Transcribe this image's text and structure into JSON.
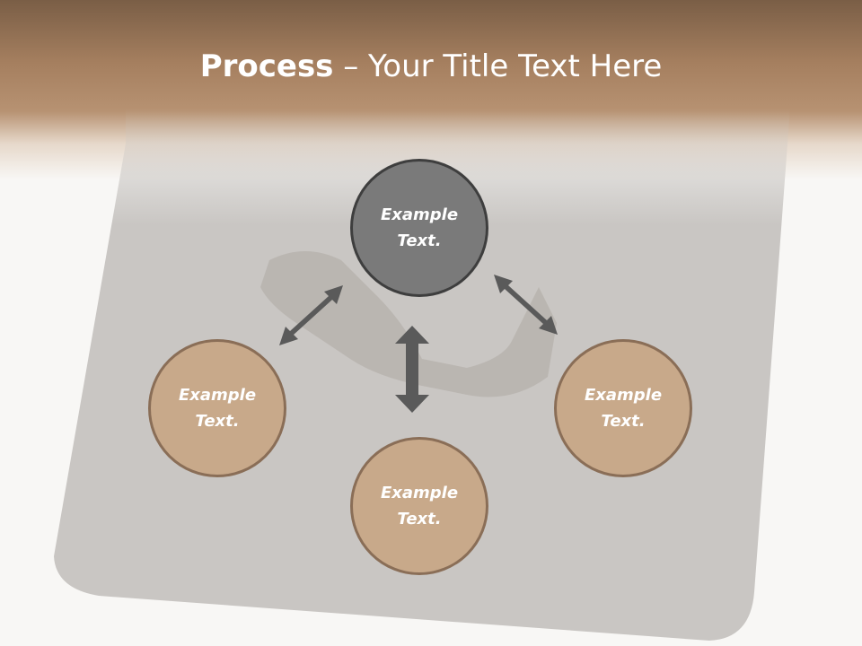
{
  "title": {
    "bold": "Process",
    "rest": " – Your Title Text Here"
  },
  "nodes": {
    "center": {
      "line1": "Example",
      "line2": "Text."
    },
    "left": {
      "line1": "Example",
      "line2": "Text."
    },
    "bottom": {
      "line1": "Example",
      "line2": "Text."
    },
    "right": {
      "line1": "Example",
      "line2": "Text."
    }
  },
  "colors": {
    "header": "#a57f5f",
    "center_fill": "#7a7a7a",
    "outer_fill": "#c8a98a",
    "arrow": "#5a5a5a"
  },
  "icons": [
    "double-arrow-icon"
  ]
}
